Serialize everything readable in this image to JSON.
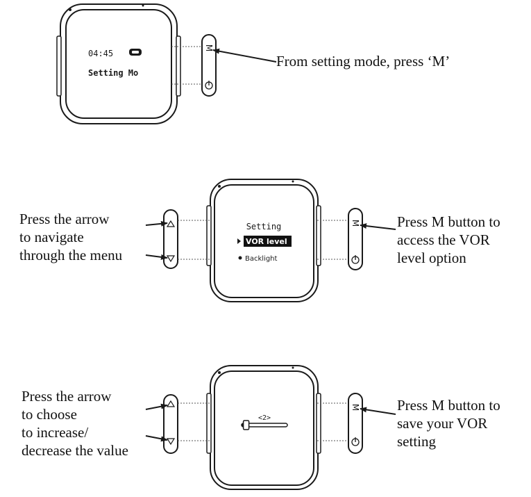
{
  "colors": {
    "ink": "#1a1a1a",
    "screen_bg": "#ffffff",
    "highlight_bg": "#111111",
    "highlight_fg": "#ffffff"
  },
  "panel1": {
    "screen_time": "04:45",
    "screen_mode": "Setting Mo",
    "button_m": "M",
    "callout": "From setting mode, press ‘M’"
  },
  "panel2": {
    "screen_title": "Setting",
    "menu_selected": "VOR level",
    "menu_other": "Backlight",
    "button_m": "M",
    "callout_left": [
      "Press the arrow",
      "to navigate",
      "through the menu"
    ],
    "callout_right": [
      "Press M button to",
      "access the VOR",
      "level option"
    ]
  },
  "panel3": {
    "screen_value": "<2>",
    "slider_level": 0.1,
    "button_m": "M",
    "callout_left": [
      "Press the arrow",
      "to choose",
      "to increase/",
      "decrease the value"
    ],
    "callout_right": [
      "Press M button to",
      "save your VOR",
      "setting"
    ]
  },
  "icons": {
    "up": "up-arrow-icon",
    "down": "down-arrow-icon",
    "power": "power-icon"
  }
}
